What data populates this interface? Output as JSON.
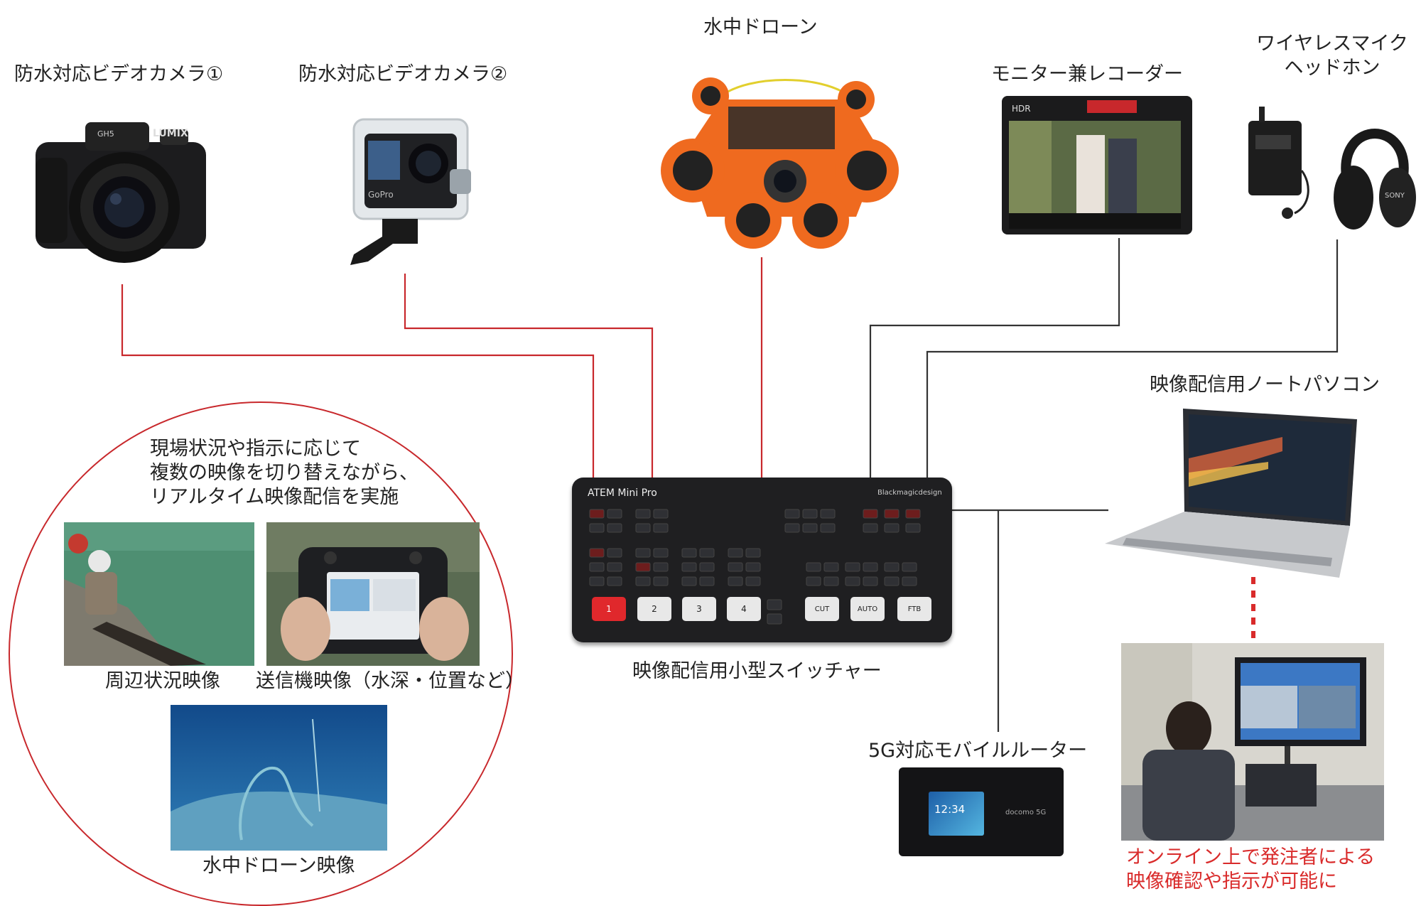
{
  "labels": {
    "camera1": "防水対応ビデオカメラ①",
    "camera2": "防水対応ビデオカメラ②",
    "drone": "水中ドローン",
    "monitor": "モニター兼レコーダー",
    "mic_line1": "ワイヤレスマイク",
    "mic_line2": "ヘッドホン",
    "laptop": "映像配信用ノートパソコン",
    "switcher": "映像配信用小型スイッチャー",
    "router": "5G対応モバイルルーター",
    "online_line1": "オンライン上で発注者による",
    "online_line2": "映像確認や指示が可能に"
  },
  "circle": {
    "line1": "現場状況や指示に応じて",
    "line2": "複数の映像を切り替えながら、",
    "line3": "リアルタイム映像配信を実施",
    "caption_site": "周辺状況映像",
    "caption_transmitter": "送信機映像（水深・位置など）",
    "caption_drone": "水中ドローン映像"
  },
  "device_text": {
    "camera1_brand": "LUMIX",
    "camera1_model": "GH5",
    "camera2_brand": "GoPro",
    "monitor_brand": "HDR",
    "switcher_model": "ATEM Mini Pro",
    "switcher_brand": "Blackmagicdesign",
    "switcher_buttons": [
      "1",
      "2",
      "3",
      "4",
      "CUT",
      "AUTO",
      "FTB"
    ],
    "router_time": "12:34",
    "router_brand": "docomo 5G",
    "headphone_brand": "SONY"
  },
  "colors": {
    "wire_red": "#c8282c",
    "wire_dark": "#333333",
    "accent_red": "#d92b2b",
    "drone_orange": "#ef6a1f"
  }
}
